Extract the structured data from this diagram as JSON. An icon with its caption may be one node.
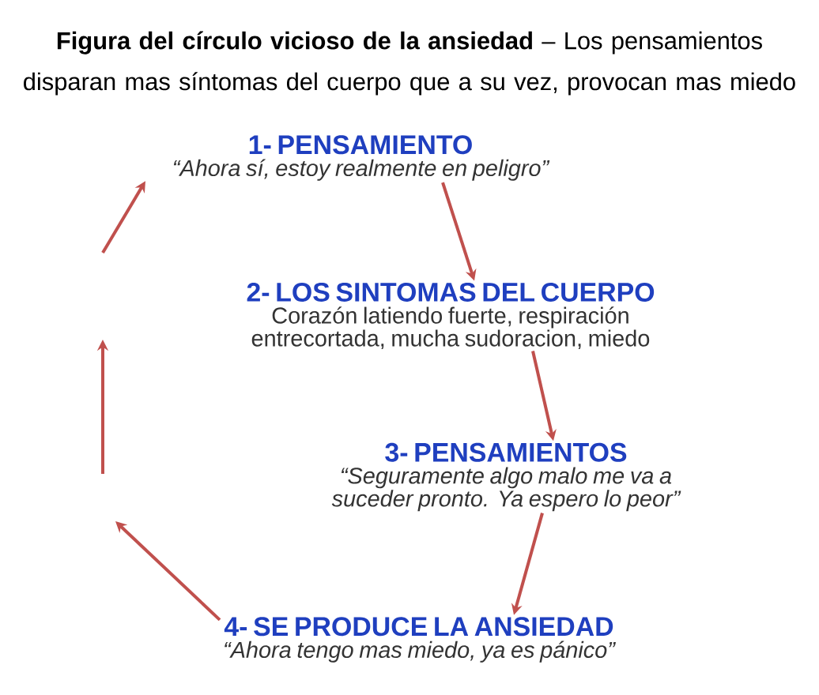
{
  "diagram": {
    "title": "**Figura del círculo vicioso de la ansiedad** – Los pensamientos disparan mas síntomas del cuerpo que a su vez, provocan mas miedo",
    "nodes": [
      {
        "text": [
          "1- PENSAMIENTO",
          "“Ahora sí, estoy realmente en peligro”"
        ]
      },
      {
        "text": [
          "2- LOS SINTOMAS DEL CUERPO",
          "Corazón latiendo fuerte, respiración entrecortada, mucha sudoracion, miedo"
        ]
      },
      {
        "text": [
          "3- PENSAMIENTOS",
          "“Seguramente algo malo me va a suceder pronto. Ya espero lo peor”"
        ]
      },
      {
        "text": [
          "4- SE PRODUCE LA ANSIEDAD",
          "“Ahora tengo mas miedo, ya es pánico”"
        ]
      }
    ],
    "edges": [
      {
        "from": 0,
        "to": 1,
        "arrow": "to"
      },
      {
        "from": 1,
        "to": 2,
        "arrow": "to"
      },
      {
        "from": 2,
        "to": 3,
        "arrow": "to"
      },
      {
        "from": 3,
        "to": null,
        "arrow": "to"
      },
      {
        "from": null,
        "to": 0,
        "arrow": "to"
      }
    ]
  }
}
